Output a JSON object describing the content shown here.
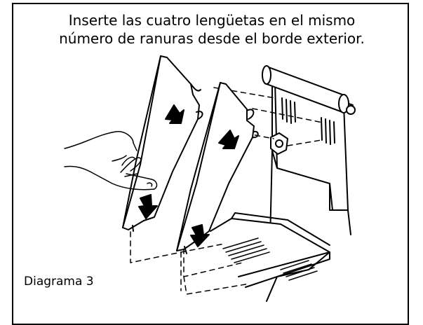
{
  "caption": {
    "line1": "Inserte las cuatro lengüetas en el mismo",
    "line2": "número de ranuras desde el borde exterior."
  },
  "diagram_label": "Diagrama 3"
}
